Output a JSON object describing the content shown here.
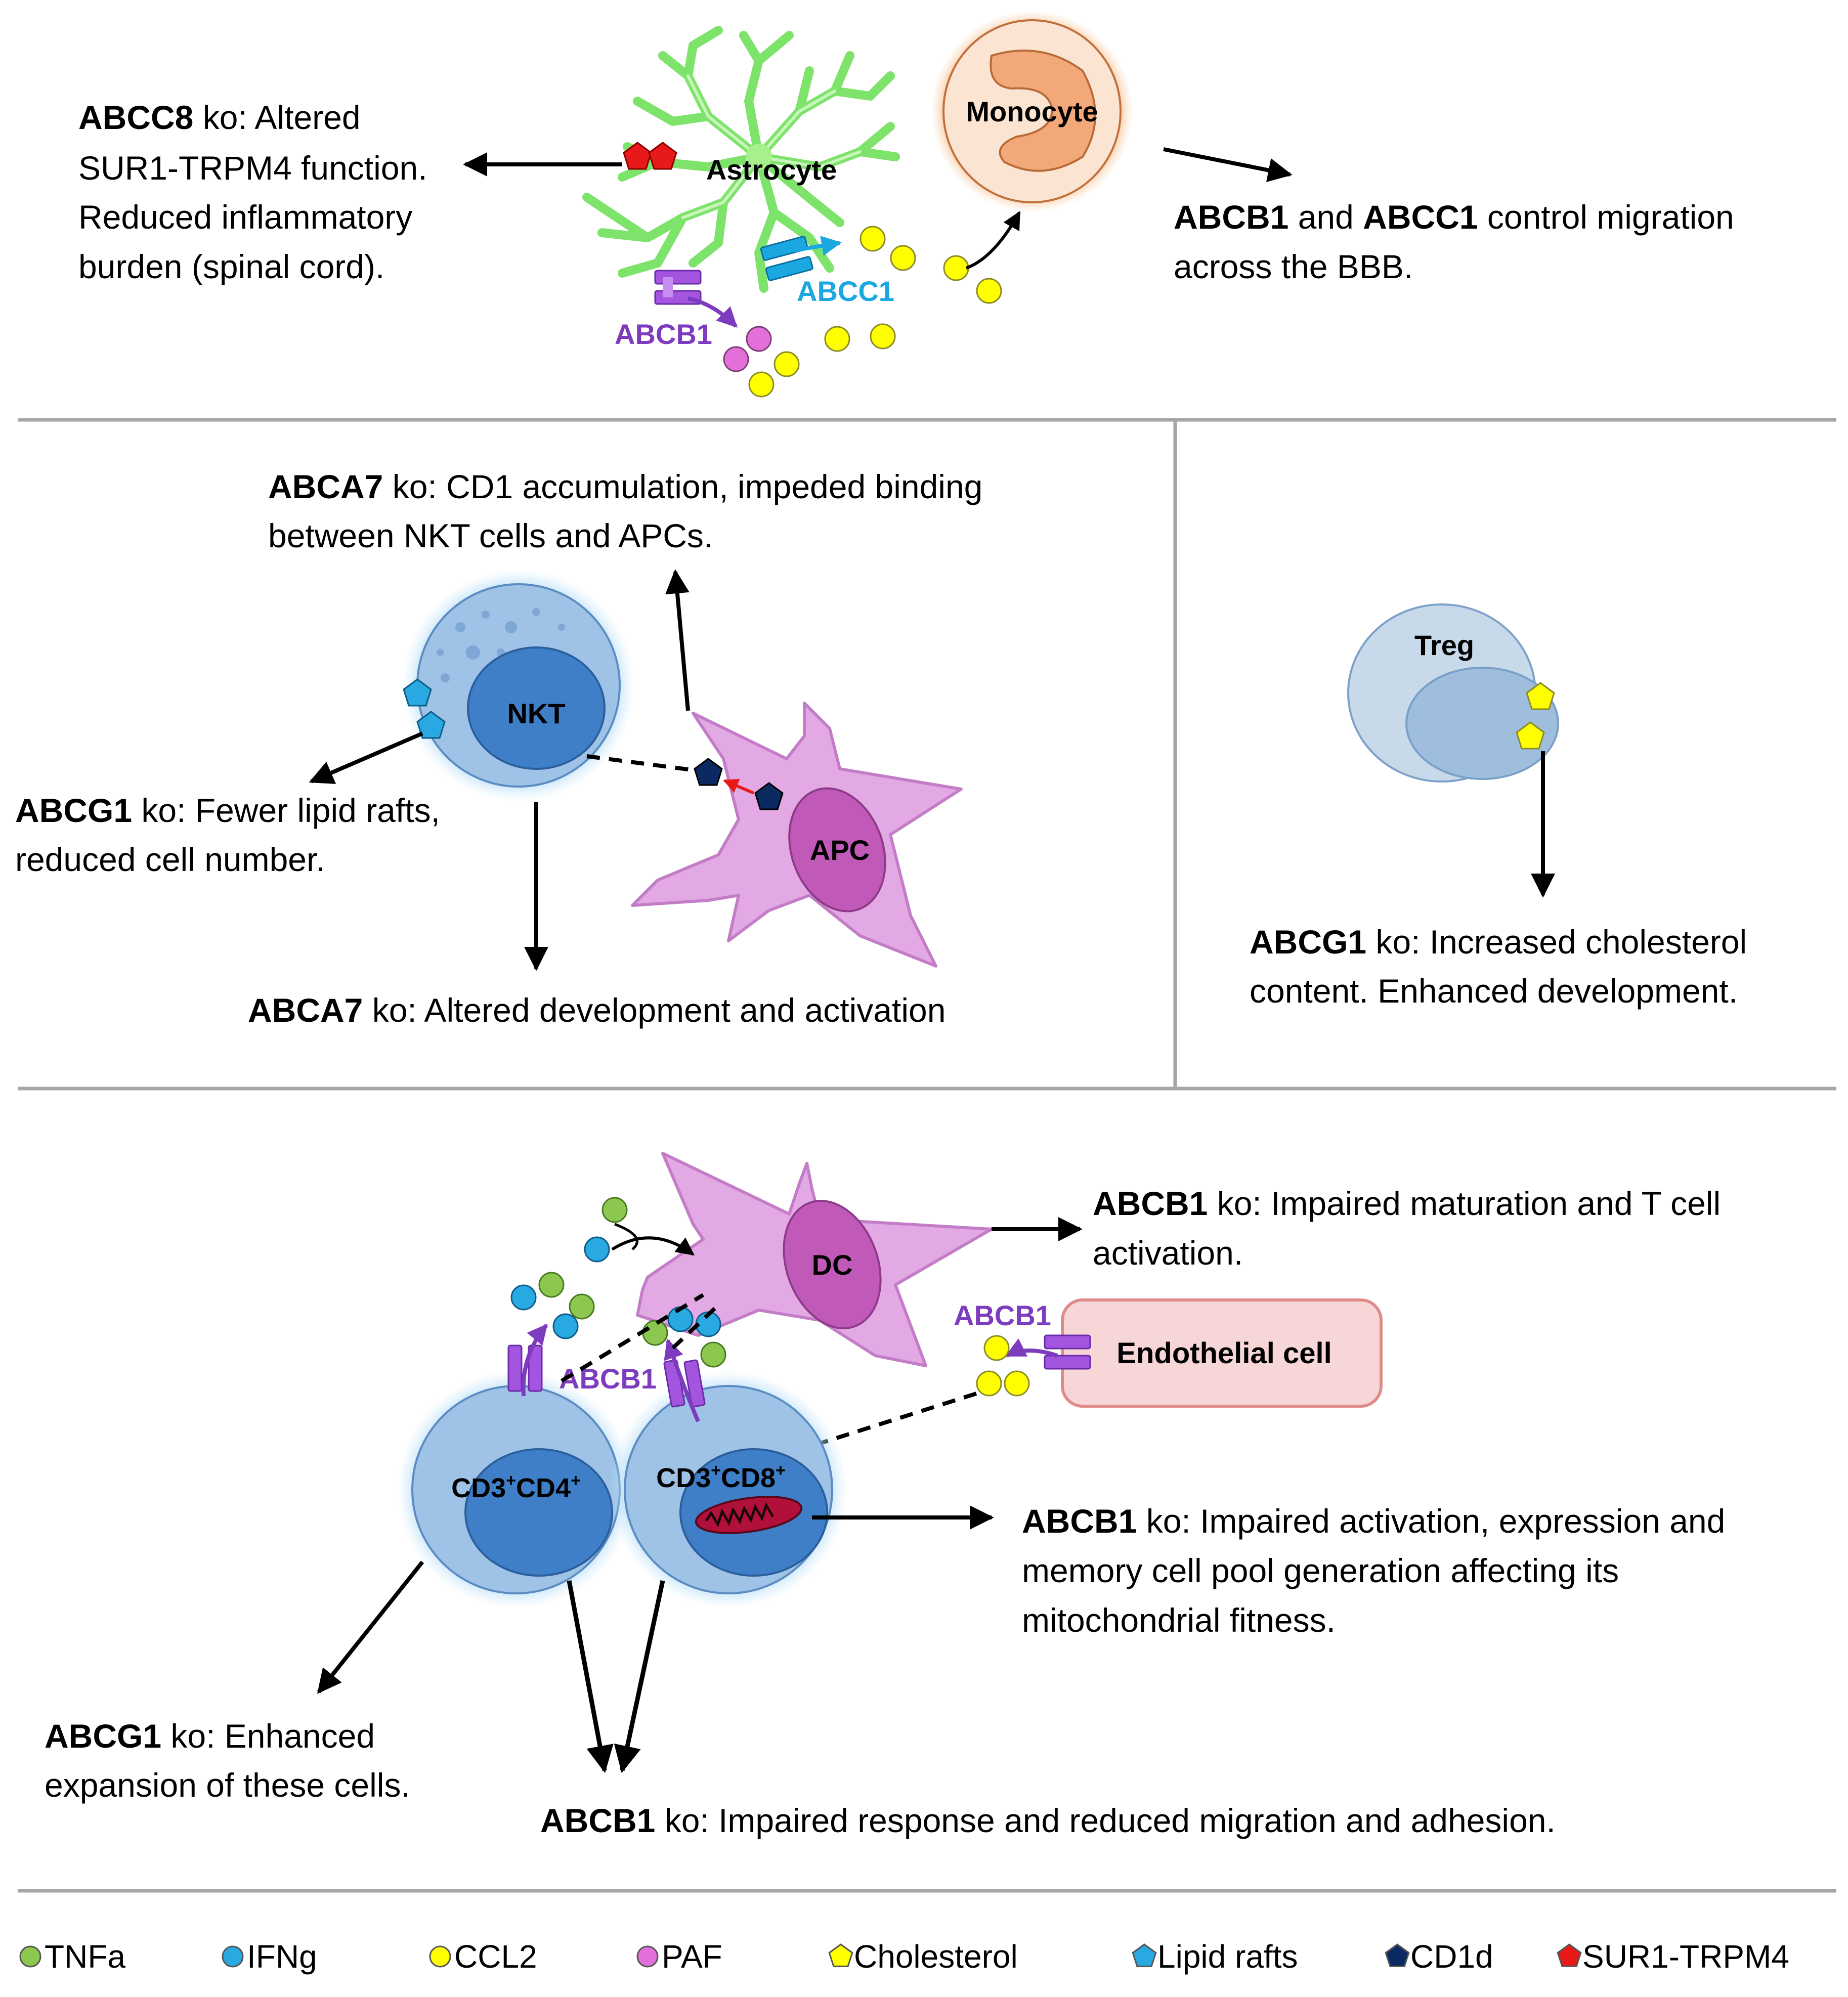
{
  "top": {
    "astrocyte_label": "Astrocyte",
    "monocyte_label": "Monocyte",
    "abcb1_label": "ABCB1",
    "abcc1_label": "ABCC1",
    "abcc8_gene": "ABCC8",
    "abcc8_line1_rest": " ko: Altered",
    "abcc8_line2": "SUR1-TRPM4 function.",
    "abcc8_line3": "Reduced inflammatory",
    "abcc8_line4": "burden (spinal cord).",
    "migration_gene1": "ABCB1",
    "migration_and": " and ",
    "migration_gene2": "ABCC1",
    "migration_rest": " control migration",
    "migration_line2": "across the BBB."
  },
  "middle_left": {
    "nkt_label": "NKT",
    "apc_label": "APC",
    "abca7_top_gene": "ABCA7",
    "abca7_top_rest": " ko: CD1 accumulation, impeded binding",
    "abca7_top_line2": "between NKT cells and APCs.",
    "abcg1_gene": "ABCG1",
    "abcg1_rest": " ko: Fewer lipid rafts,",
    "abcg1_line2": "reduced cell number.",
    "abca7_bottom_gene": "ABCA7",
    "abca7_bottom_rest": " ko: Altered development and activation"
  },
  "middle_right": {
    "treg_label": "Treg",
    "abcg1_gene": "ABCG1",
    "abcg1_rest": " ko: Increased cholesterol",
    "abcg1_line2": "content. Enhanced development."
  },
  "bottom": {
    "dc_label": "DC",
    "endothelial_label": "Endothelial cell",
    "abcb1_label_endo": "ABCB1",
    "abcb1_label_tcell": "ABCB1",
    "cd4_label_a": "CD3",
    "cd4_label_b": "CD4",
    "cd8_label_a": "CD3",
    "cd8_label_b": "CD8",
    "sup": "+",
    "dc_text_gene": "ABCB1",
    "dc_text_rest": " ko: Impaired maturation and T cell",
    "dc_text_line2": "activation.",
    "cd8_text_gene": "ABCB1",
    "cd8_text_rest": " ko: Impaired activation, expression and",
    "cd8_text_line2": "memory cell pool generation affecting its",
    "cd8_text_line3": "mitochondrial fitness.",
    "cd4_text_gene": "ABCG1",
    "cd4_text_rest": " ko: Enhanced",
    "cd4_text_line2": "expansion of these cells.",
    "shared_text_gene": "ABCB1",
    "shared_text_rest": " ko: Impaired response and reduced migration and adhesion."
  },
  "legend": [
    {
      "label": "TNFa",
      "color": "#8cc850",
      "shape": "circle"
    },
    {
      "label": "IFNg",
      "color": "#29a9e1",
      "shape": "circle"
    },
    {
      "label": "CCL2",
      "color": "#ffff00",
      "shape": "circle"
    },
    {
      "label": "PAF",
      "color": "#e36fd8",
      "shape": "circle"
    },
    {
      "label": "Cholesterol",
      "color": "#ffff00",
      "shape": "pentagon"
    },
    {
      "label": "Lipid rafts",
      "color": "#29a9e1",
      "shape": "pentagon"
    },
    {
      "label": "CD1d",
      "color": "#0c2a62",
      "shape": "pentagon"
    },
    {
      "label": "SUR1-TRPM4",
      "color": "#e81919",
      "shape": "pentagon"
    }
  ],
  "colors": {
    "abcb1_purple": "#7d3bbd",
    "abcc1_blue": "#1ba8e0",
    "transporter_purple": "#a455e0",
    "divider_gray": "#a6a6a6"
  }
}
